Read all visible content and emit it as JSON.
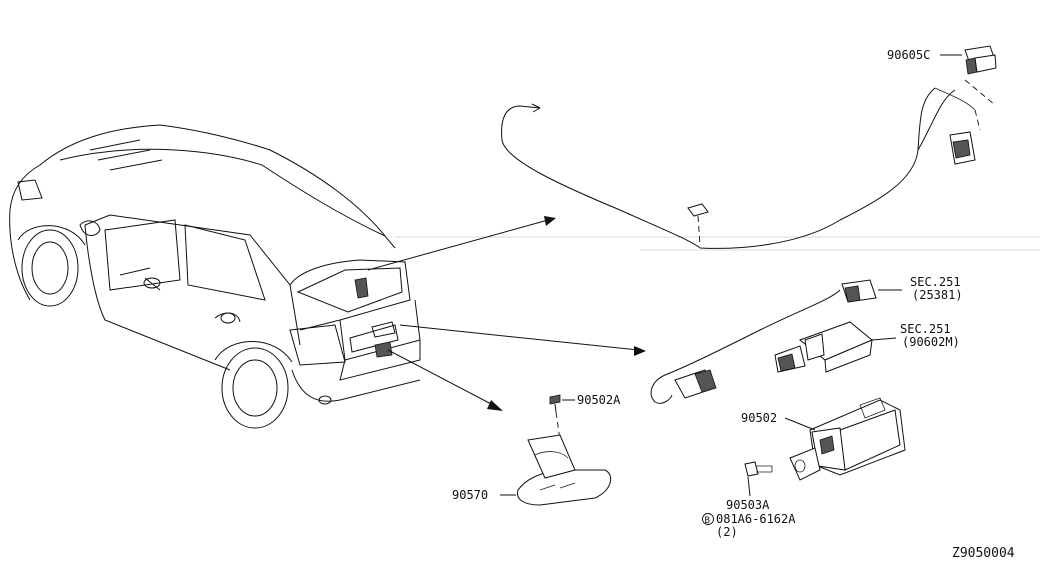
{
  "callouts": {
    "p90605c": "90605C",
    "sec251_a": "SEC.251",
    "sec251_a_ref": "(25381)",
    "sec251_b": "SEC.251",
    "sec251_b_ref": "(90602M)",
    "p90502a": "90502A",
    "p90502": "90502",
    "p90570": "90570",
    "p90503a": "90503A",
    "bolt_symbol": "B",
    "bolt_code": "081A6-6162A",
    "bolt_qty": "(2)"
  },
  "diagram_id": "Z9050004"
}
